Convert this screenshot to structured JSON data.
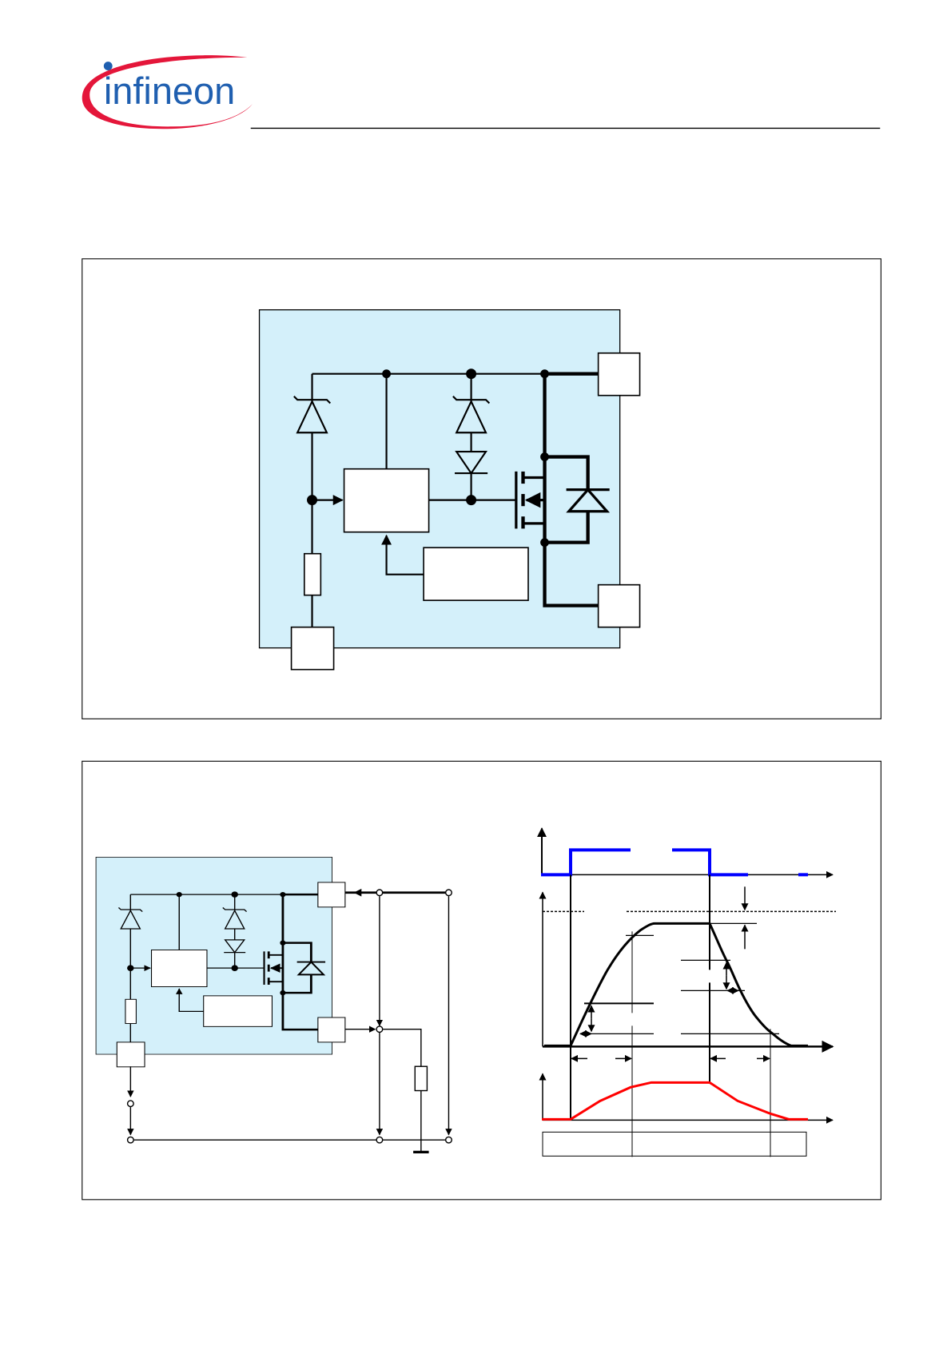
{
  "logo": {
    "text": "infineon"
  },
  "colors": {
    "logo_blue": "#1f5fb0",
    "logo_red": "#e4163a",
    "chip_fill": "#d4f0fa",
    "signal_blue": "#0000ff",
    "signal_red": "#ff0000",
    "line": "#000000"
  },
  "figures": [
    {
      "id": "block-diagram"
    },
    {
      "id": "test-circuit-and-timing"
    }
  ]
}
